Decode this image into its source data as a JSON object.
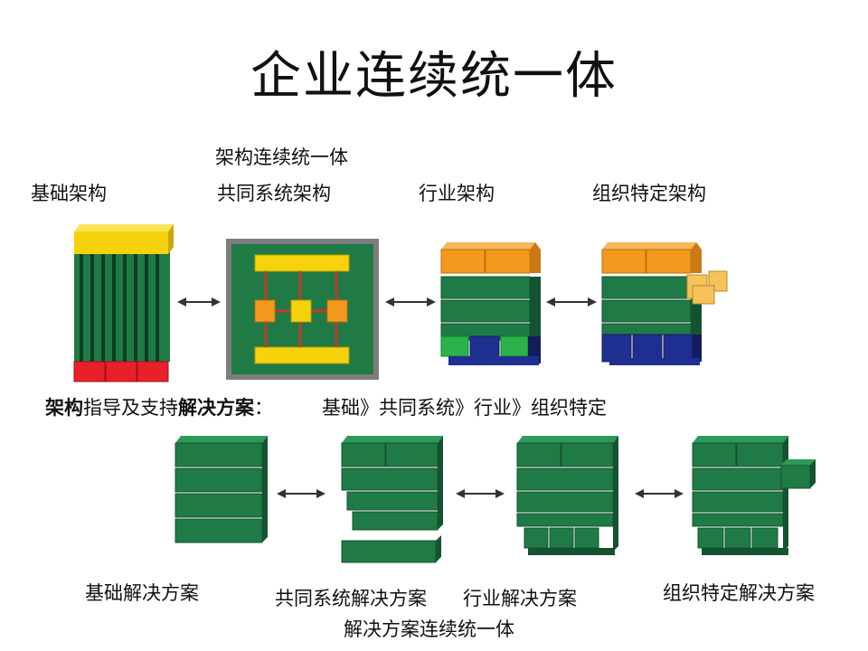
{
  "title": "企业连续统一体",
  "top": {
    "label_continuum": "架构连续统一体",
    "labels": [
      "基础架构",
      "共同系统架构",
      "行业架构",
      "组织特定架构"
    ]
  },
  "guide": {
    "bold1": "架构",
    "text1": "指导及支持",
    "bold2": "解决方案",
    "text2": "：",
    "sequence": "基础》共同系统》行业》组织特定"
  },
  "bottom": {
    "labels": [
      "基础解决方案",
      "共同系统解决方案",
      "行业解决方案",
      "组织特定解决方案"
    ],
    "label_continuum": "解决方案连续统一体"
  },
  "colors": {
    "green": "#1f7a46",
    "dark_green": "#14532f",
    "yellow": "#f5d20c",
    "orange": "#f39a1e",
    "red": "#e8202a",
    "navy": "#1f2f8f",
    "bright_green": "#2bb34a",
    "light_orange": "#f5c35a",
    "frame_gray": "#7d7d7d"
  },
  "icons": [
    "double-arrow-icon"
  ]
}
